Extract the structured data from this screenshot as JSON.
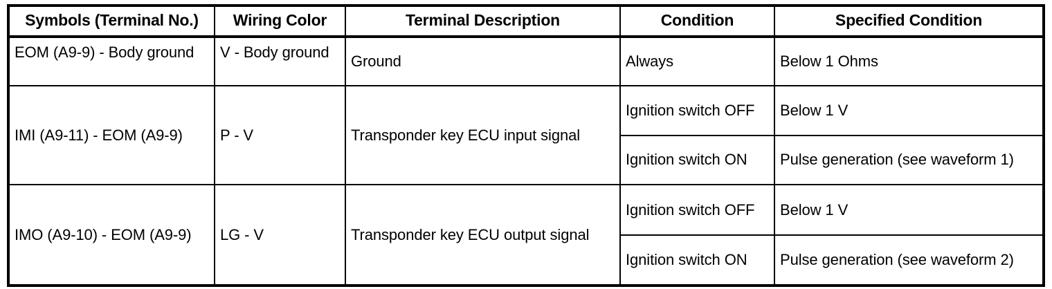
{
  "table": {
    "headers": [
      "Symbols (Terminal No.)",
      "Wiring Color",
      "Terminal Description",
      "Condition",
      "Specified Condition"
    ],
    "groups": [
      {
        "symbols": "EOM (A9-9) - Body ground",
        "wiring_color": "V - Body ground",
        "description": "Ground",
        "rows": [
          {
            "condition": "Always",
            "specified_condition": "Below 1 Ohms"
          }
        ]
      },
      {
        "symbols": "IMI (A9-11) - EOM (A9-9)",
        "wiring_color": "P - V",
        "description": "Transponder key ECU input signal",
        "rows": [
          {
            "condition": "Ignition switch OFF",
            "specified_condition": "Below 1 V"
          },
          {
            "condition": "Ignition switch ON",
            "specified_condition": "Pulse generation (see waveform 1)"
          }
        ]
      },
      {
        "symbols": "IMO (A9-10) - EOM (A9-9)",
        "wiring_color": "LG - V",
        "description": "Transponder key ECU output signal",
        "rows": [
          {
            "condition": "Ignition switch OFF",
            "specified_condition": "Below 1 V"
          },
          {
            "condition": "Ignition switch ON",
            "specified_condition": "Pulse generation (see waveform 2)"
          }
        ]
      }
    ]
  },
  "colors": {
    "border": "#000000",
    "text": "#000000",
    "background": "#ffffff"
  }
}
